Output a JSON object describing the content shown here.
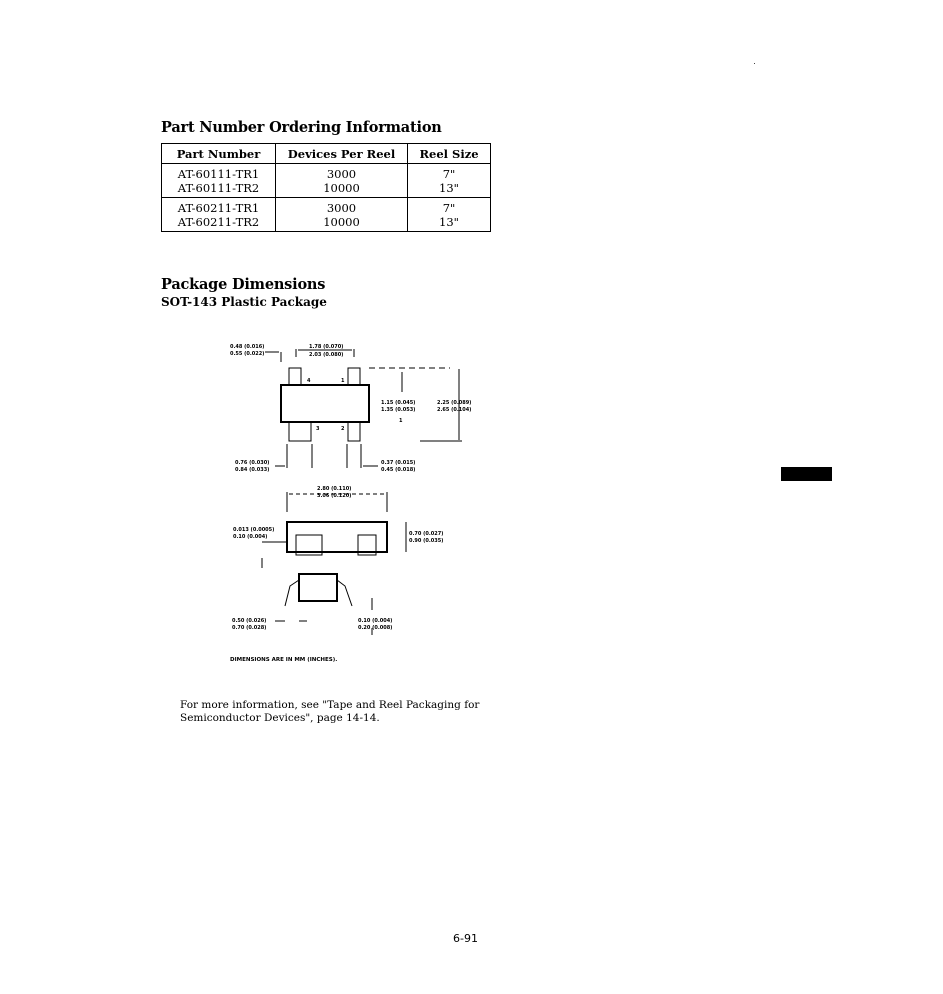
{
  "ordering": {
    "title": "Part Number Ordering Information",
    "columns": [
      "Part Number",
      "Devices Per Reel",
      "Reel Size"
    ],
    "groups": [
      {
        "rows": [
          {
            "part": "AT-60111-TR1",
            "devices": "3000",
            "reel": "7\""
          },
          {
            "part": "AT-60111-TR2",
            "devices": "10000",
            "reel": "13\""
          }
        ]
      },
      {
        "rows": [
          {
            "part": "AT-60211-TR1",
            "devices": "3000",
            "reel": "7\""
          },
          {
            "part": "AT-60211-TR2",
            "devices": "10000",
            "reel": "13\""
          }
        ]
      }
    ]
  },
  "package": {
    "title": "Package Dimensions",
    "subtitle": "SOT-143 Plastic Package",
    "pin_labels": [
      "4",
      "1",
      "3",
      "2",
      "1"
    ],
    "dimensions": {
      "lead_width_top_min": "0.48 (0.016)",
      "lead_width_top_max": "0.55 (0.022)",
      "lead_pitch_min": "1.78 (0.070)",
      "lead_pitch_max": "2.03 (0.080)",
      "body_height_min": "1.15 (0.045)",
      "body_height_max": "1.35 (0.053)",
      "overall_height_min": "2.25 (0.089)",
      "overall_height_max": "2.65 (0.104)",
      "lead_width_bottom_min": "0.76 (0.030)",
      "lead_width_bottom_max": "0.84 (0.033)",
      "lead_width_small_min": "0.37 (0.015)",
      "lead_width_small_max": "0.45 (0.018)",
      "body_length_min": "2.80 (0.110)",
      "body_length_max": "3.06 (0.120)",
      "standoff_min": "0.013 (0.0005)",
      "standoff_max": "0.10 (0.004)",
      "body_thickness_min": "0.70 (0.027)",
      "body_thickness_max": "0.90 (0.035)",
      "lead_length_min": "0.50 (0.026)",
      "lead_length_max": "0.70 (0.028)",
      "lead_thickness_min": "0.10 (0.004)",
      "lead_thickness_max": "0.20 (0.008)"
    },
    "note": "DIMENSIONS ARE IN MM (INCHES)."
  },
  "more_info": "For more information, see \"Tape and Reel Packaging for Semiconductor Devices\", page 14-14.",
  "page_number": "6-91"
}
